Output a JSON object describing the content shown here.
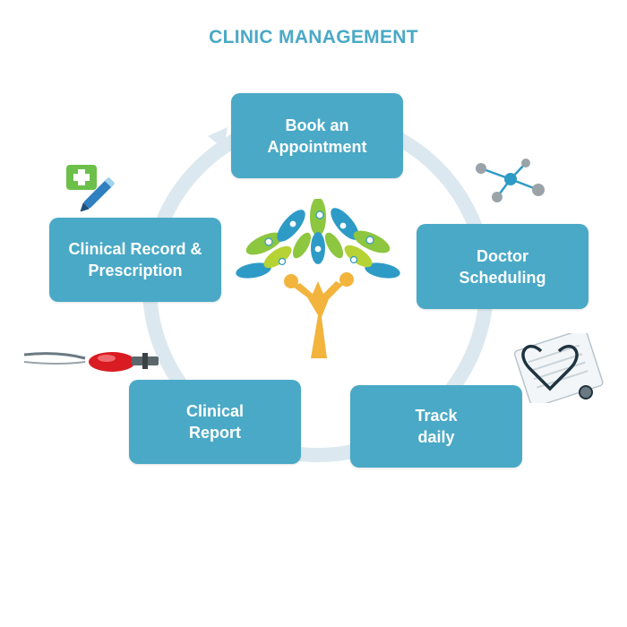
{
  "title": "CLINIC MANAGEMENT",
  "colors": {
    "accent": "#4aa9c6",
    "ring": "#dbe8f0",
    "tree_trunk": "#f2b43c",
    "leaf_green": "#8dc63f",
    "leaf_blue": "#2e9bc6"
  },
  "steps": [
    {
      "label": "Book an\nAppointment"
    },
    {
      "label": "Doctor\nScheduling"
    },
    {
      "label": "Track\ndaily"
    },
    {
      "label": "Clinical\nReport"
    },
    {
      "label": "Clinical Record &\nPrescription"
    }
  ],
  "icons": {
    "top_right": "molecule-icon",
    "bottom_right": "stethoscope-clipboard-icon",
    "bottom_left": "pump-icon",
    "top_left": "medical-record-pen-icon",
    "center": "tree-people-icon"
  }
}
